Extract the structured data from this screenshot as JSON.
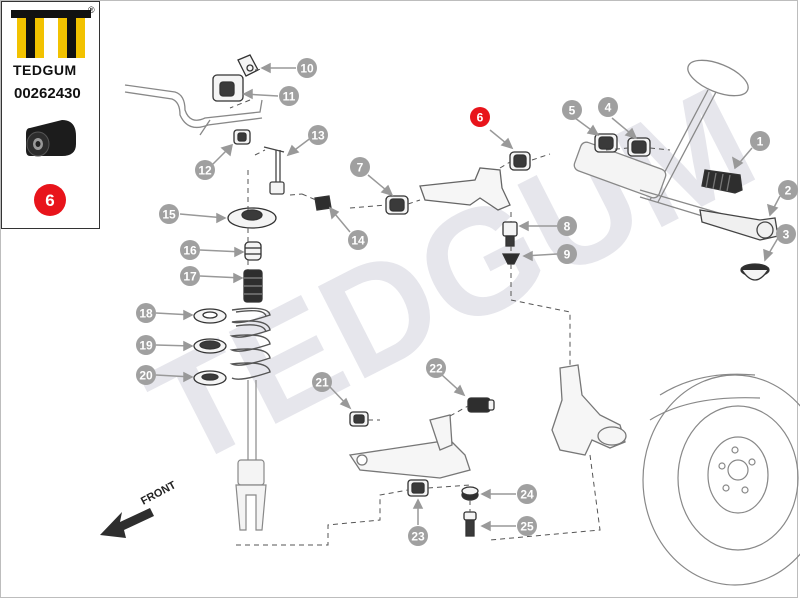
{
  "brand": {
    "name": "TEDGUM",
    "registered_mark": "®",
    "part_number": "00262430",
    "highlight_number": "6"
  },
  "diagram": {
    "watermark": "TEDGUM",
    "direction_label": "FRONT",
    "callouts": [
      "1",
      "2",
      "3",
      "4",
      "5",
      "6",
      "7",
      "8",
      "9",
      "10",
      "11",
      "12",
      "13",
      "14",
      "15",
      "16",
      "17",
      "18",
      "19",
      "20",
      "21",
      "22",
      "23",
      "24",
      "25"
    ],
    "highlighted_callout": "6",
    "colors": {
      "callout_fill": "#a0a0a0",
      "highlight_fill": "#e8141b",
      "line": "#555555",
      "watermark": "#e9e9ee"
    }
  }
}
